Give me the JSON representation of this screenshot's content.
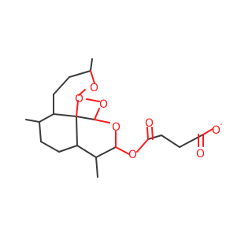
{
  "molecule": {
    "atom_labels": {
      "o_bridge_top": "O",
      "o_bridge_left": "O",
      "o_ring_right": "O",
      "o_ring_lower": "O",
      "o_ester": "O",
      "o_carbonyl_ester": "O",
      "o_carboxylate_single": "O",
      "o_carboxylate_double": "O"
    },
    "charge": "-",
    "colors": {
      "bond": "#3c3c3c",
      "oxygen": "#ff1a1a",
      "background": "#ffffff"
    }
  }
}
